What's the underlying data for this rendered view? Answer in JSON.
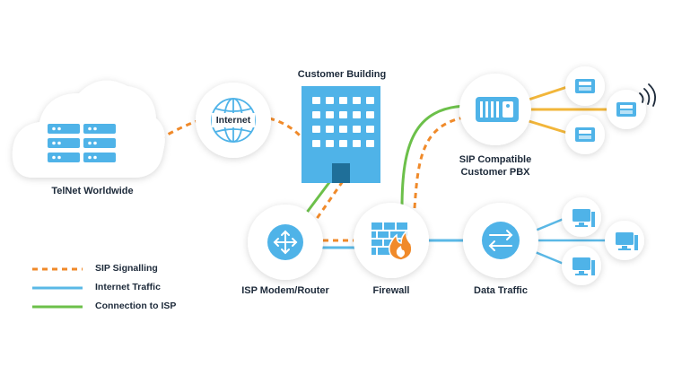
{
  "nodes": {
    "telnet": {
      "label": "TelNet Worldwide"
    },
    "internet": {
      "label": "Internet"
    },
    "building": {
      "label": "Customer Building"
    },
    "pbx": {
      "label_line1": "SIP Compatible",
      "label_line2": "Customer PBX"
    },
    "modem": {
      "label": "ISP Modem/Router"
    },
    "firewall": {
      "label": "Firewall"
    },
    "data": {
      "label": "Data Traffic"
    }
  },
  "legend": [
    {
      "label": "SIP Signalling",
      "style": "dashed",
      "color": "#f08a2a"
    },
    {
      "label": "Internet Traffic",
      "style": "solid",
      "color": "#5ab8e6"
    },
    {
      "label": "Connection to ISP",
      "style": "solid",
      "color": "#6cc04a"
    }
  ],
  "colors": {
    "sip": "#f08a2a",
    "internet": "#5ab8e6",
    "isp": "#6cc04a",
    "phone_line": "#f2b63a",
    "icon_blue": "#4fb3e8",
    "circle_fill": "#ffffff"
  },
  "icons": [
    "server-icon",
    "globe-icon",
    "building-icon",
    "pbx-icon",
    "phone-icon",
    "wifi-icon",
    "router-icon",
    "firewall-icon",
    "data-traffic-icon",
    "computer-icon"
  ]
}
